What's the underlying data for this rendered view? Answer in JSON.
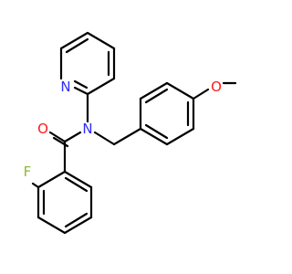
{
  "molecule": {
    "atoms": [
      {
        "id": "n_amide",
        "label": "N",
        "color": "#2e2ef5"
      },
      {
        "id": "n_pyridine",
        "label": "N",
        "color": "#2e2ef5"
      },
      {
        "id": "o_carbonyl",
        "label": "O",
        "color": "#ff1a1a"
      },
      {
        "id": "o_methoxy",
        "label": "O",
        "color": "#ff1a1a"
      },
      {
        "id": "f",
        "label": "F",
        "color": "#8fb83a"
      }
    ],
    "bond_color": "#000000"
  }
}
